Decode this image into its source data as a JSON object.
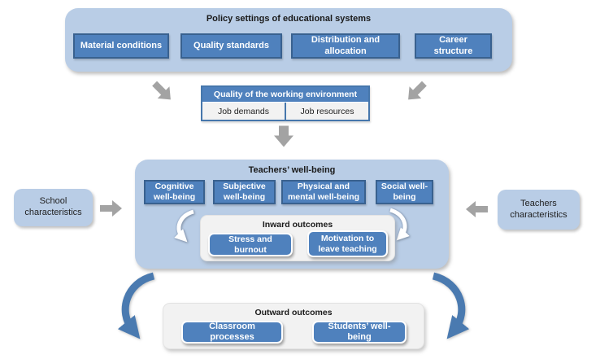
{
  "colors": {
    "container_blue": "#b9cde6",
    "box_blue": "#4f81bd",
    "box_blue_border": "#39618f",
    "outcome_gray": "#f2f2f2",
    "arrow_gray": "#a3a3a3",
    "curved_arrow_blue": "#4a7ab0",
    "text_white": "#ffffff",
    "text_dark": "#1f1f1f"
  },
  "icons": {
    "straight_arrow": "block-arrow",
    "curved_arrow": "curved-block-arrow"
  },
  "policy": {
    "title": "Policy settings of educational systems",
    "items": [
      "Material conditions",
      "Quality standards",
      "Distribution and allocation",
      "Career structure"
    ]
  },
  "working_environment": {
    "header": "Quality of the working environment",
    "cells": [
      "Job demands",
      "Job resources"
    ]
  },
  "school": {
    "label": "School characteristics"
  },
  "teachers": {
    "label": "Teachers characteristics"
  },
  "wellbeing": {
    "title": "Teachers’ well-being",
    "items": [
      "Cognitive well-being",
      "Subjective well-being",
      "Physical and mental well-being",
      "Social well-being"
    ],
    "inward": {
      "title": "Inward outcomes",
      "items": [
        "Stress and burnout",
        "Motivation to leave teaching"
      ]
    }
  },
  "outward": {
    "title": "Outward outcomes",
    "items": [
      "Classroom processes",
      "Students’ well-being"
    ]
  }
}
